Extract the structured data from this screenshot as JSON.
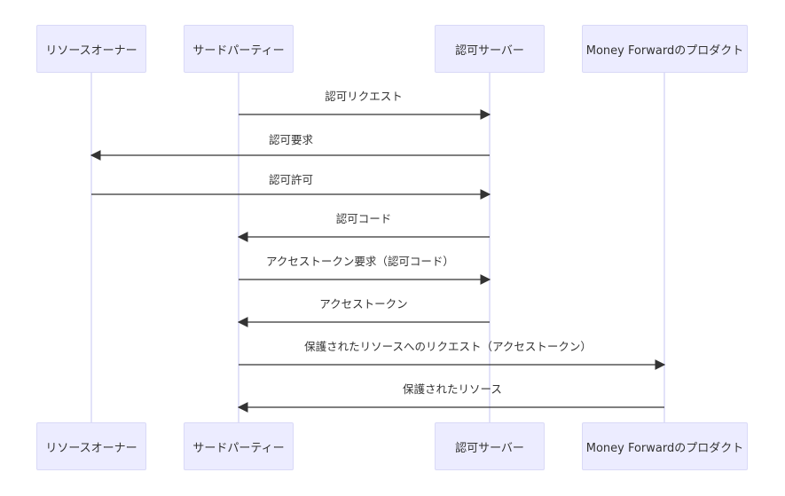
{
  "actors": [
    {
      "id": "owner",
      "label": "リソースオーナー"
    },
    {
      "id": "third",
      "label": "サードパーティー"
    },
    {
      "id": "auth",
      "label": "認可サーバー"
    },
    {
      "id": "mf",
      "label": "Money Forwardのプロダクト"
    }
  ],
  "messages": [
    {
      "from": "third",
      "to": "auth",
      "label": "認可リクエスト"
    },
    {
      "from": "auth",
      "to": "owner",
      "label": "認可要求"
    },
    {
      "from": "owner",
      "to": "auth",
      "label": "認可許可"
    },
    {
      "from": "auth",
      "to": "third",
      "label": "認可コード"
    },
    {
      "from": "third",
      "to": "auth",
      "label": "アクセストークン要求（認可コード）"
    },
    {
      "from": "auth",
      "to": "third",
      "label": "アクセストークン"
    },
    {
      "from": "third",
      "to": "mf",
      "label": "保護されたリソースへのリクエスト（アクセストークン）"
    },
    {
      "from": "mf",
      "to": "third",
      "label": "保護されたリソース"
    }
  ],
  "colors": {
    "actor_fill": "#ececff",
    "actor_border": "#d9d9f7",
    "lifeline": "#d9d9f7",
    "arrow": "#333333",
    "text": "#333333"
  }
}
